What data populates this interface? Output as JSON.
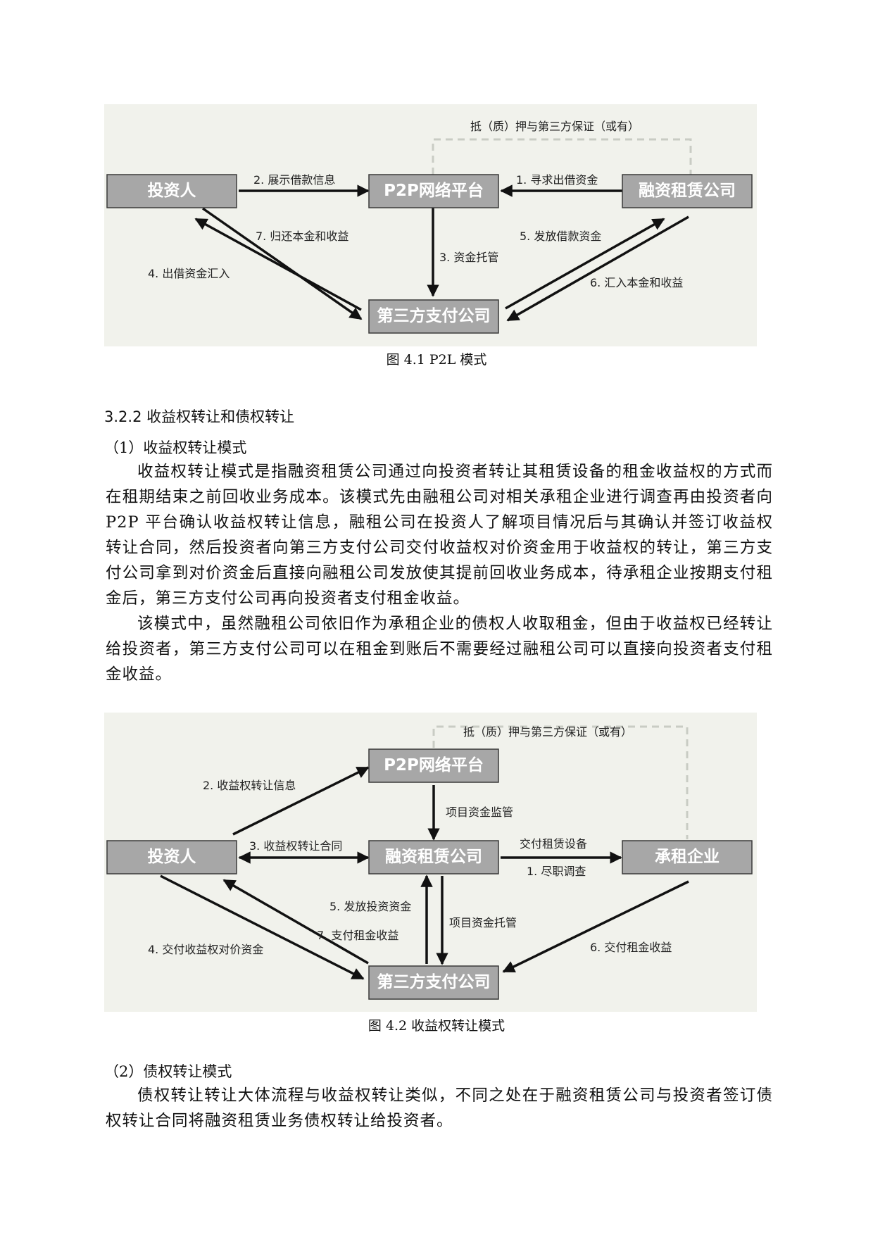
{
  "figure1": {
    "boxes": {
      "investor": "投资人",
      "platform": "P2P网络平台",
      "leasing_company": "融资租赁公司",
      "payment_company": "第三方支付公司"
    },
    "labels": {
      "guarantee": "抵（质）押与第三方保证（或有）",
      "step1": "1. 寻求出借资金",
      "step2": "2. 展示借款信息",
      "step3": "3. 资金托管",
      "step4": "4. 出借资金汇入",
      "step5": "5. 发放借款资金",
      "step6": "6. 汇入本金和收益",
      "step7": "7. 归还本金和收益"
    },
    "caption": "图 4.1 P2L 模式"
  },
  "section": {
    "heading": "3.2.2 收益权转让和债权转让",
    "sub1": "（1）收益权转让模式",
    "para1": "收益权转让模式是指融资租赁公司通过向投资者转让其租赁设备的租金收益权的方式而在租期结束之前回收业务成本。该模式先由融租公司对相关承租企业进行调查再由投资者向 P2P 平台确认收益权转让信息，融租公司在投资人了解项目情况后与其确认并签订收益权转让合同，然后投资者向第三方支付公司交付收益权对价资金用于收益权的转让，第三方支付公司拿到对价资金后直接向融租公司发放使其提前回收业务成本，待承租企业按期支付租金后，第三方支付公司再向投资者支付租金收益。",
    "para2": "该模式中，虽然融租公司依旧作为承租企业的债权人收取租金，但由于收益权已经转让给投资者，第三方支付公司可以在租金到账后不需要经过融租公司可以直接向投资者支付租金收益。"
  },
  "figure2": {
    "boxes": {
      "platform": "P2P网络平台",
      "investor": "投资人",
      "leasing_company": "融资租赁公司",
      "lessee": "承租企业",
      "payment_company": "第三方支付公司"
    },
    "labels": {
      "guarantee": "抵（质）押与第三方保证（或有）",
      "step2": "2. 收益权转让信息",
      "supervision": "项目资金监管",
      "step3": "3. 收益权转让合同",
      "deliver": "交付租赁设备",
      "step1": "1. 尽职调查",
      "step5": "5. 发放投资资金",
      "custody": "项目资金托管",
      "step7": "7. 支付租金收益",
      "step4": "4. 交付收益权对价资金",
      "step6": "6. 交付租金收益"
    },
    "caption": "图 4.2 收益权转让模式"
  },
  "section2": {
    "sub2": "（2）债权转让模式",
    "para3": "债权转让转让大体流程与收益权转让类似，不同之处在于融资租赁公司与投资者签订债权转让合同将融资租赁业务债权转让给投资者。"
  }
}
